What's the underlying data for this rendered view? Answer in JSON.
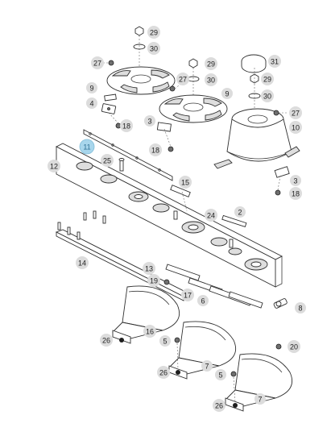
{
  "callouts": [
    {
      "id": "c2",
      "label": "2"
    },
    {
      "id": "c3a",
      "label": "3"
    },
    {
      "id": "c3b",
      "label": "3"
    },
    {
      "id": "c4",
      "label": "4"
    },
    {
      "id": "c5a",
      "label": "5"
    },
    {
      "id": "c5b",
      "label": "5"
    },
    {
      "id": "c6",
      "label": "6"
    },
    {
      "id": "c7a",
      "label": "7"
    },
    {
      "id": "c7b",
      "label": "7"
    },
    {
      "id": "c8",
      "label": "8"
    },
    {
      "id": "c9a",
      "label": "9"
    },
    {
      "id": "c9b",
      "label": "9"
    },
    {
      "id": "c10",
      "label": "10"
    },
    {
      "id": "c11",
      "label": "11",
      "highlighted": true
    },
    {
      "id": "c12",
      "label": "12"
    },
    {
      "id": "c13",
      "label": "13"
    },
    {
      "id": "c14",
      "label": "14"
    },
    {
      "id": "c15",
      "label": "15"
    },
    {
      "id": "c16",
      "label": "16"
    },
    {
      "id": "c17",
      "label": "17"
    },
    {
      "id": "c18a",
      "label": "18"
    },
    {
      "id": "c18b",
      "label": "18"
    },
    {
      "id": "c18c",
      "label": "18"
    },
    {
      "id": "c19",
      "label": "19"
    },
    {
      "id": "c20",
      "label": "20"
    },
    {
      "id": "c24",
      "label": "24"
    },
    {
      "id": "c25",
      "label": "25"
    },
    {
      "id": "c26a",
      "label": "26"
    },
    {
      "id": "c26b",
      "label": "26"
    },
    {
      "id": "c26c",
      "label": "26"
    },
    {
      "id": "c27a",
      "label": "27"
    },
    {
      "id": "c27b",
      "label": "27"
    },
    {
      "id": "c27c",
      "label": "27"
    },
    {
      "id": "c29a",
      "label": "29"
    },
    {
      "id": "c29b",
      "label": "29"
    },
    {
      "id": "c29c",
      "label": "29"
    },
    {
      "id": "c30a",
      "label": "30"
    },
    {
      "id": "c30b",
      "label": "30"
    },
    {
      "id": "c30c",
      "label": "30"
    },
    {
      "id": "c31",
      "label": "31"
    }
  ],
  "colors": {
    "line": "#2f2f2f",
    "callout_fill": "#dcdcdc",
    "highlight_fill": "#a8d6ec",
    "highlight_text": "#2d6f93"
  }
}
